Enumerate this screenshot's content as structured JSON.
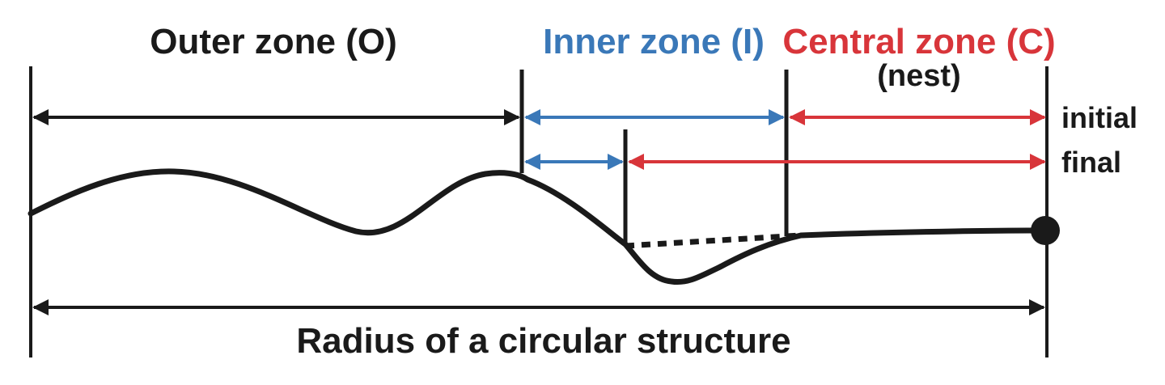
{
  "labels": {
    "outer_zone": "Outer zone (O)",
    "inner_zone": "Inner zone (I)",
    "central_zone": "Central zone (C)",
    "central_zone_sub": "(nest)",
    "initial": "initial",
    "final": "final",
    "radius": "Radius of a circular structure"
  },
  "colors": {
    "black": "#1a1a1a",
    "inner_blue": "#3a78b8",
    "central_red": "#d8353a"
  }
}
